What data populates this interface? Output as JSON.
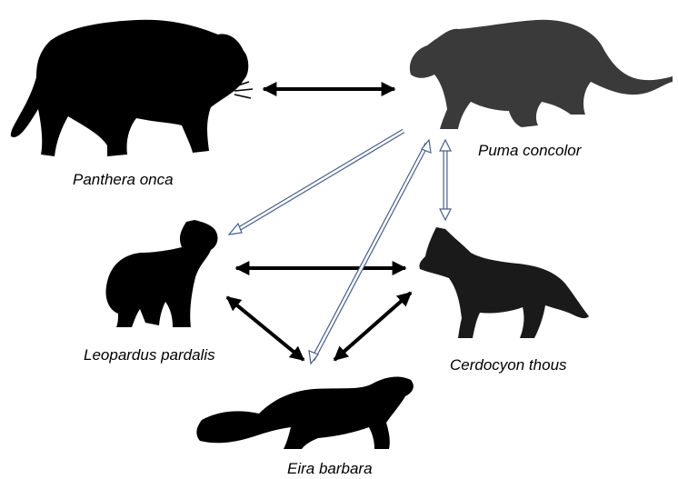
{
  "species": {
    "panthera_onca": "Panthera onca",
    "puma_concolor": "Puma concolor",
    "leopardus_pardalis": "Leopardus pardalis",
    "cerdocyon_thous": "Cerdocyon thous",
    "eira_barbara": "Eira barbara"
  },
  "relations": [
    {
      "from": "Panthera onca",
      "to": "Puma concolor",
      "style": "solid",
      "direction": "both"
    },
    {
      "from": "Leopardus pardalis",
      "to": "Cerdocyon thous",
      "style": "solid",
      "direction": "both"
    },
    {
      "from": "Leopardus pardalis",
      "to": "Eira barbara",
      "style": "solid",
      "direction": "both"
    },
    {
      "from": "Cerdocyon thous",
      "to": "Eira barbara",
      "style": "solid",
      "direction": "both"
    },
    {
      "from": "Puma concolor",
      "to": "Leopardus pardalis",
      "style": "open",
      "direction": "to"
    },
    {
      "from": "Puma concolor",
      "to": "Eira barbara",
      "style": "open",
      "direction": "both"
    },
    {
      "from": "Puma concolor",
      "to": "Cerdocyon thous",
      "style": "open",
      "direction": "both"
    }
  ],
  "colors": {
    "silhouette_dark": "#000000",
    "silhouette_puma": "#3a3a3a",
    "solid_arrow": "#000000",
    "open_arrow_stroke": "#4a5f8a",
    "open_arrow_fill": "#ffffff"
  }
}
